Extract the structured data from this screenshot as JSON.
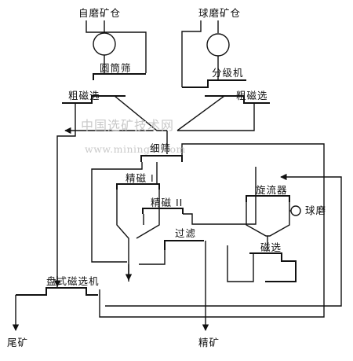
{
  "labels": {
    "autogenous_mill_bin": "自磨矿仓",
    "ball_mill_bin": "球磨矿仓",
    "trommel_screen": "圆筒筛",
    "classifier": "分级机",
    "rough_magnetic_left": "粗磁选",
    "rough_magnetic_right": "粗磁选",
    "fine_screen": "细筛",
    "clean_magnetic_1": "精磁 I",
    "clean_magnetic_2": "精磁 II",
    "hydrocyclone": "旋流器",
    "ball_mill": "球磨",
    "filtration": "过滤",
    "magnetic_separation": "磁选",
    "disc_magnetic_separator": "盘式磁选机",
    "tailings": "尾矿",
    "concentrate": "精矿"
  },
  "watermark": {
    "cn": "中国选矿技术网",
    "url": "www.mining1 .com"
  },
  "colors": {
    "line": "#111111",
    "watermark": "#c9c9c9"
  }
}
